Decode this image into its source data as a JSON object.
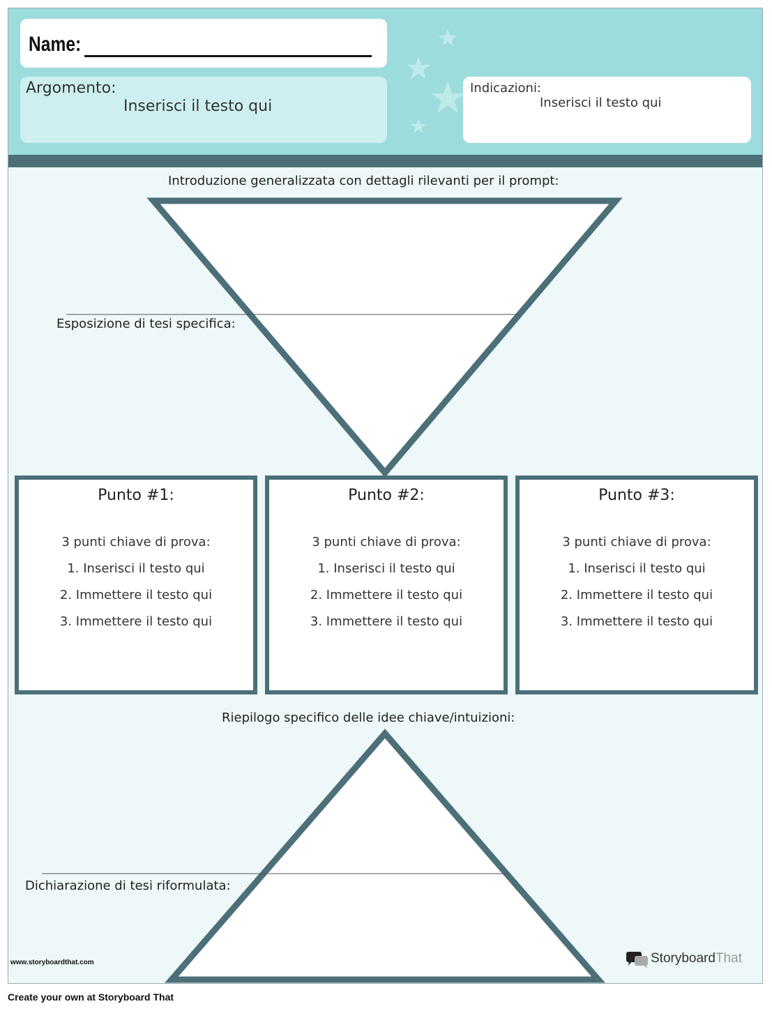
{
  "header": {
    "name_label": "Name:",
    "topic_label": "Argomento:",
    "topic_value": "Inserisci il testo qui",
    "directions_label": "Indicazioni:",
    "directions_value": "Inserisci il testo qui"
  },
  "intro": {
    "label": "Introduzione generalizzata con dettagli rilevanti per il prompt:",
    "thesis_label": "Esposizione di tesi specifica:"
  },
  "points": [
    {
      "title": "Punto #1:",
      "subtitle": "3 punti chiave di prova:",
      "items": [
        "1. Inserisci il testo qui",
        "2. Immettere il testo qui",
        "3. Immettere il testo qui"
      ]
    },
    {
      "title": "Punto #2:",
      "subtitle": "3 punti chiave di prova:",
      "items": [
        "1. Inserisci il testo qui",
        "2. Immettere il testo qui",
        "3. Immettere il testo qui"
      ]
    },
    {
      "title": "Punto #3:",
      "subtitle": "3 punti chiave di prova:",
      "items": [
        "1. Inserisci il testo qui",
        "2. Immettere il testo qui",
        "3. Immettere il testo qui"
      ]
    }
  ],
  "conclusion": {
    "label": "Riepilogo specifico delle idee chiave/intuizioni:",
    "thesis_label": "Dichiarazione di tesi riformulata:"
  },
  "footer": {
    "website": "www.storyboardthat.com",
    "logo_part1": "Storyboard",
    "logo_part2": "That",
    "create_text": "Create your own at Storyboard That"
  },
  "colors": {
    "header_bg": "#9ddcdc",
    "band": "#4c6f78",
    "frame": "#4c6f78",
    "sheet_bg": "#eef8f9"
  }
}
